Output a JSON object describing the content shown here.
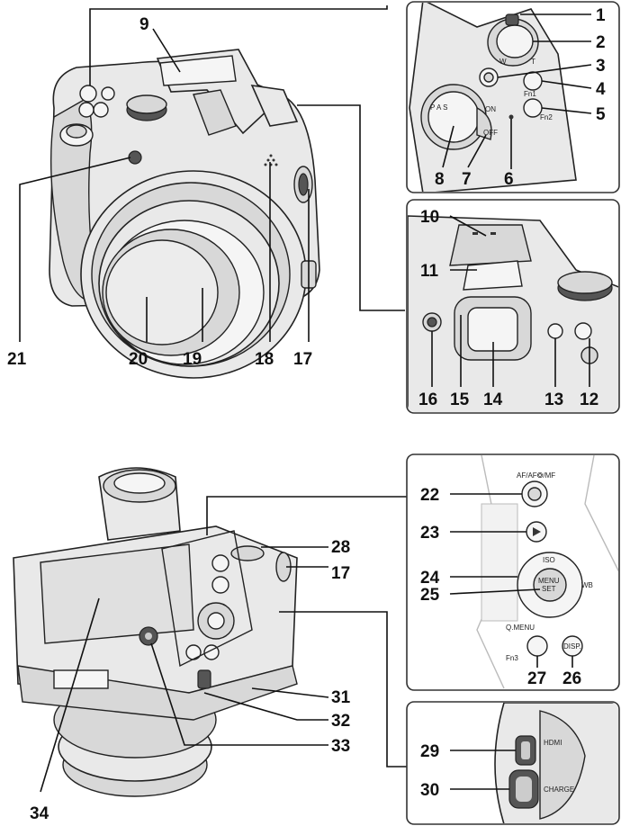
{
  "callouts": {
    "c1": "1",
    "c2": "2",
    "c3": "3",
    "c4": "4",
    "c5": "5",
    "c6": "6",
    "c7": "7",
    "c8": "8",
    "c9": "9",
    "c10": "10",
    "c11": "11",
    "c12": "12",
    "c13": "13",
    "c14": "14",
    "c15": "15",
    "c16": "16",
    "c17": "17",
    "c18": "18",
    "c19": "19",
    "c20": "20",
    "c21": "21",
    "c22": "22",
    "c23": "23",
    "c24": "24",
    "c25": "25",
    "c26": "26",
    "c27": "27",
    "c28": "28",
    "c29": "29",
    "c30": "30",
    "c31": "31",
    "c32": "32",
    "c33": "33",
    "c34": "34",
    "c17b": "17"
  },
  "labels": {
    "fn1": "Fn1",
    "fn2": "Fn2",
    "w": "W",
    "t": "T",
    "on": "ON",
    "off": "OFF",
    "af": "AF/AF❂/MF",
    "iso": "ISO",
    "wb": "WB",
    "qmenu": "Q.MENU",
    "fn3": "Fn3",
    "disp": "DISP.",
    "menu": "MENU",
    "set": "SET",
    "hdmi": "HDMI",
    "charge": "CHARGE"
  }
}
